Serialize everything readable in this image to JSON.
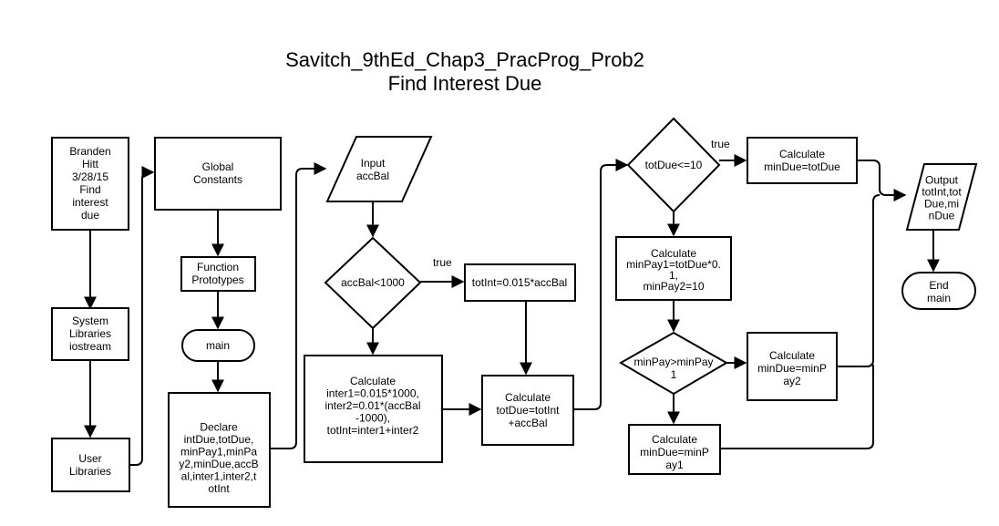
{
  "title": {
    "line1": "Savitch_9thEd_Chap3_PracProg_Prob2",
    "line2": "Find Interest Due"
  },
  "nodes": {
    "header": [
      "Branden",
      "Hitt",
      "3/28/15",
      "Find",
      "interest",
      "due"
    ],
    "syslib": [
      "System",
      "Libraries",
      "iostream"
    ],
    "userlib": [
      "User",
      "Libraries"
    ],
    "globals": [
      "Global",
      "Constants"
    ],
    "protos": [
      "Function",
      "Prototypes"
    ],
    "main": [
      "main"
    ],
    "declare": [
      "Declare",
      "intDue,totDue,",
      "minPay1,minPa",
      "y2,minDue,accB",
      "al,inter1,inter2,t",
      "otInt"
    ],
    "input": [
      "Input",
      "accBal"
    ],
    "dec1": [
      "accBal<1000"
    ],
    "totint": [
      "totInt=0.015*accBal"
    ],
    "calc1": [
      "Calculate",
      "inter1=0.015*1000,",
      "inter2=0.01*(accBal",
      "-1000),",
      "totInt=inter1+inter2"
    ],
    "calcdue": [
      "Calculate",
      "totDue=totInt",
      "+accBal"
    ],
    "dec2": [
      "totDue<=10"
    ],
    "mindue1": [
      "Calculate",
      "minDue=totDue"
    ],
    "minpay": [
      "Calculate",
      "minPay1=totDue*0.",
      "1,",
      "minPay2=10"
    ],
    "dec3": [
      "minPay>minPay",
      "1"
    ],
    "mindue2": [
      "Calculate",
      "minDue=minP",
      "ay2"
    ],
    "mindue3": [
      "Calculate",
      "minDue=minP",
      "ay1"
    ],
    "output": [
      "Output",
      "totInt,tot",
      "Due,mi",
      "nDue"
    ],
    "end": [
      "End",
      "main"
    ]
  },
  "edge_labels": {
    "true1": "true",
    "true2": "true"
  }
}
